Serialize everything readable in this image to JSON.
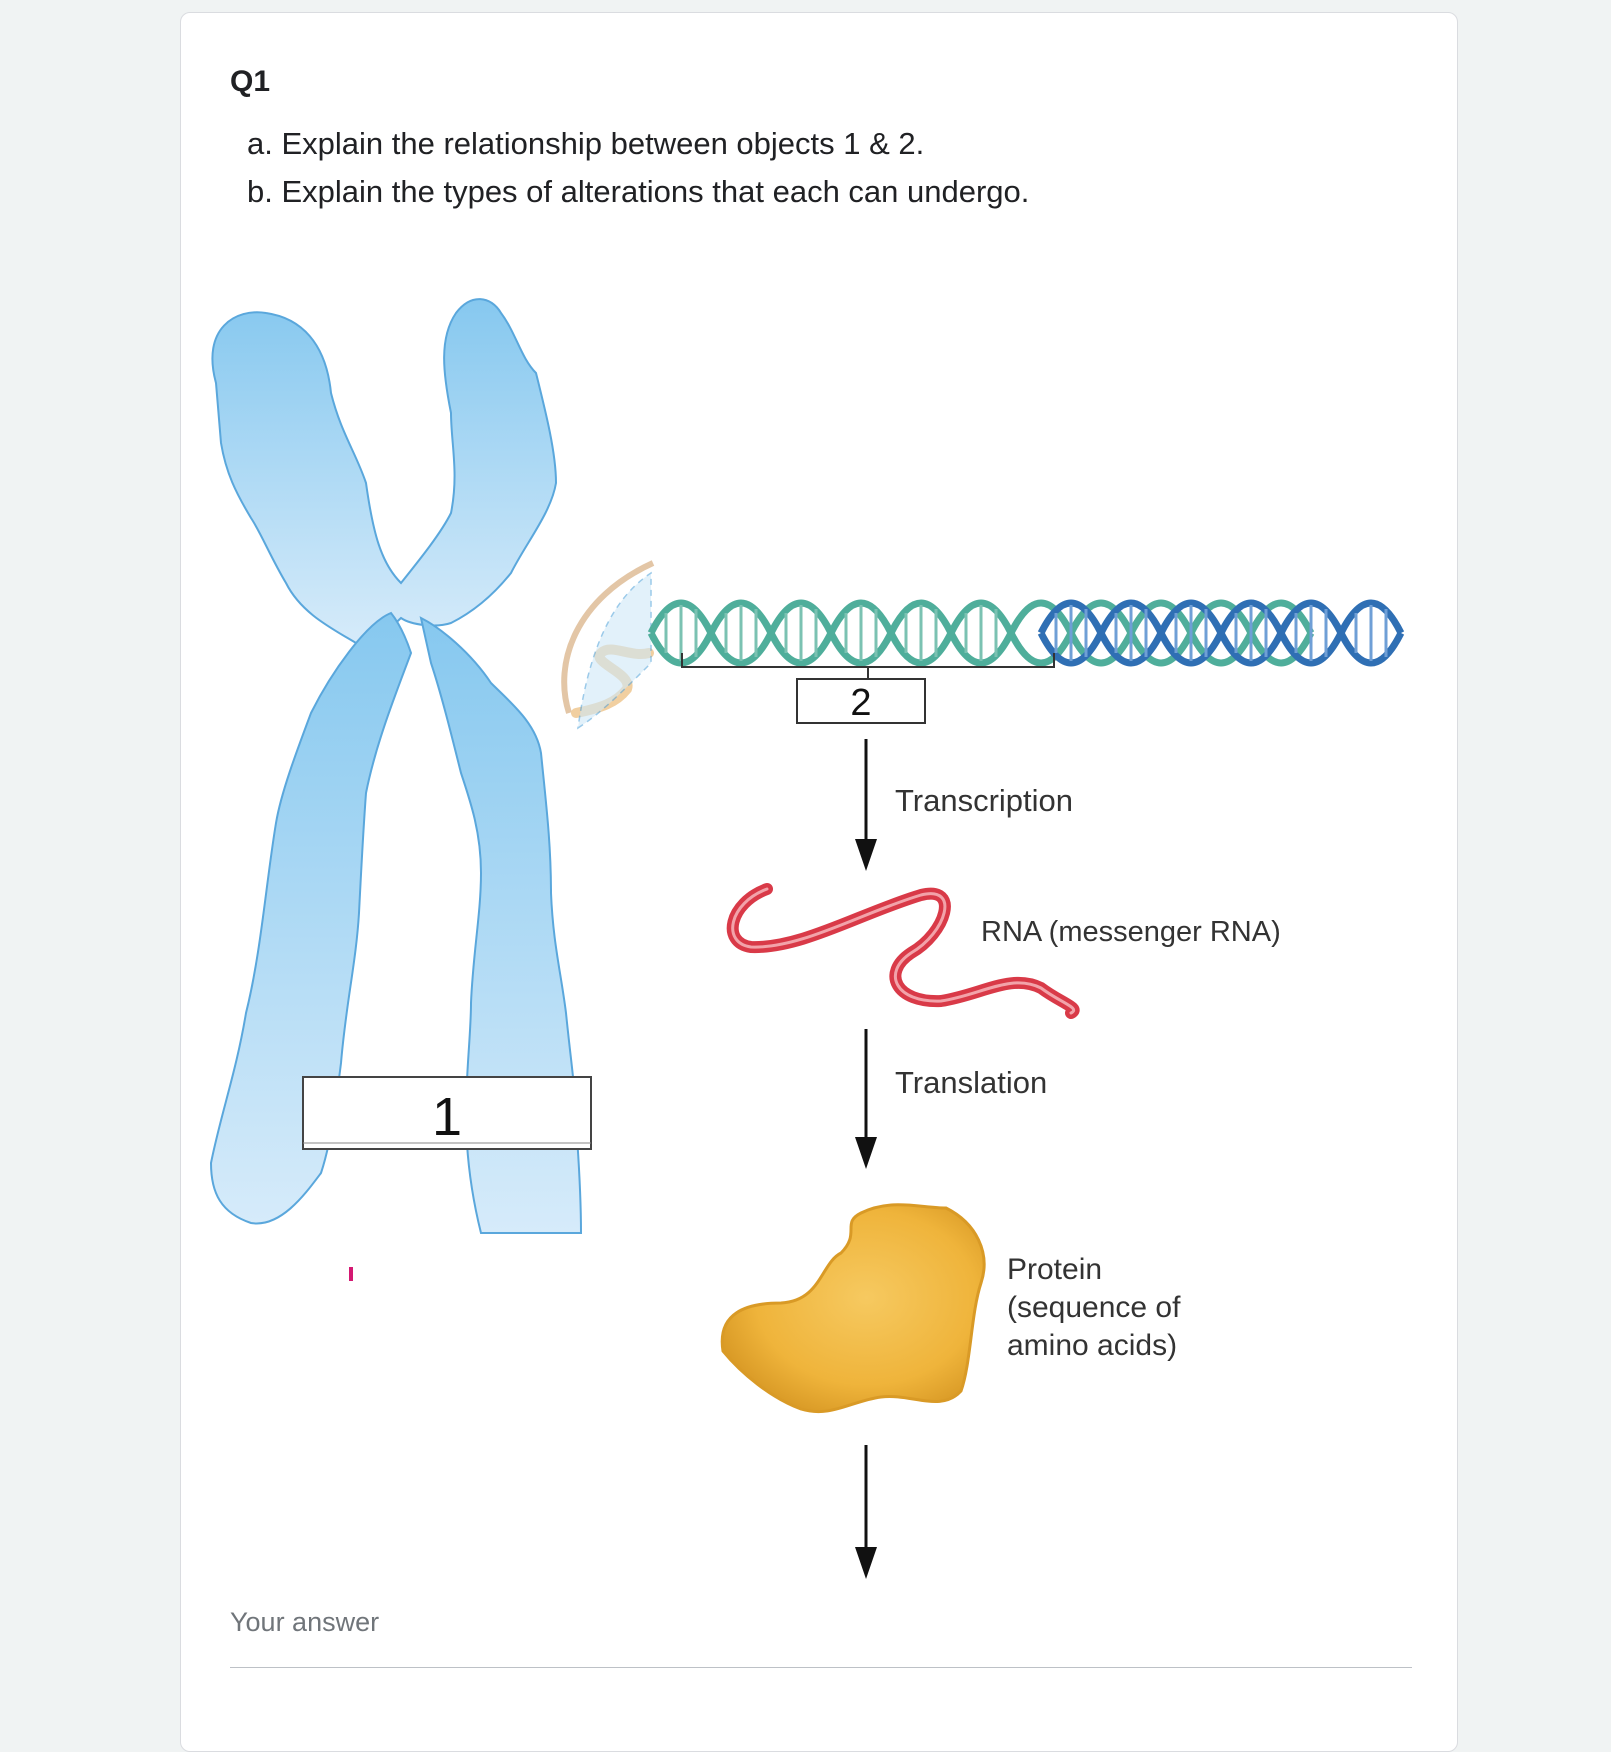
{
  "question": {
    "title": "Q1",
    "lines": [
      "a. Explain the relationship between objects 1 & 2.",
      "b. Explain the types of alterations that each can undergo."
    ]
  },
  "figure": {
    "chromosome_box_label": "1",
    "gene_box_label": "2",
    "transcription_label": "Transcription",
    "rna_label": "RNA (messenger RNA)",
    "translation_label": "Translation",
    "protein_label_lines": [
      "Protein",
      "(sequence of",
      "amino acids)"
    ]
  },
  "answer": {
    "placeholder": "Your answer"
  },
  "colors": {
    "chromosome": "#9fd4f3",
    "dna_green": "#4fae9b",
    "dna_blue": "#2f6fb4",
    "rna": "#d93a48",
    "protein": "#efb43b"
  }
}
